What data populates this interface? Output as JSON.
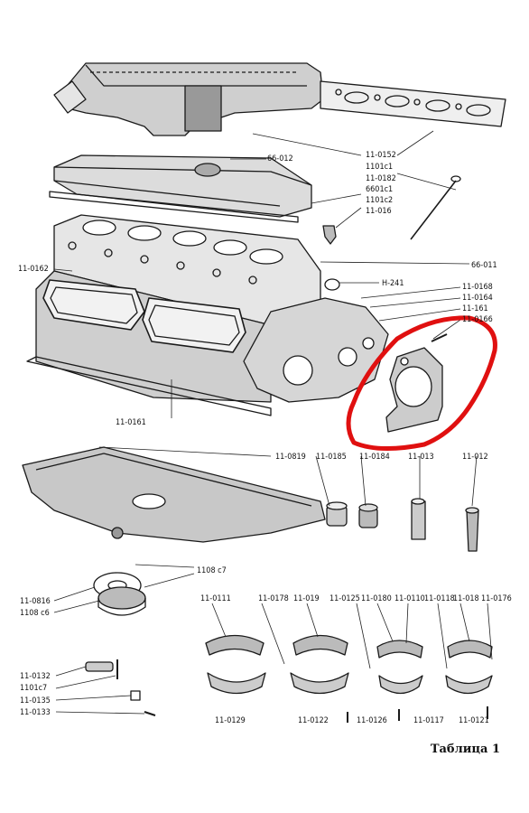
{
  "caption": "Таблица 1",
  "highlight_color": "#e01010",
  "labels": {
    "l_11_0152": "11-0152",
    "l_1101c1": "1101с1",
    "l_11_0182": "11-0182",
    "l_6601c1": "6601с1",
    "l_1101c2": "1101с2",
    "l_11_016": "11-016",
    "l_66_012": "66-012",
    "l_66_011": "66-011",
    "l_11_0162": "11-0162",
    "l_h_241": "Н-241",
    "l_11_0168": "11-0168",
    "l_11_0164": "11-0164",
    "l_11_161": "11-161",
    "l_11_0166": "11-0166",
    "l_11_0161": "11-0161",
    "l_11_0819": "11-0819",
    "l_11_0185": "11-0185",
    "l_11_0184": "11-0184",
    "l_11_013": "11-013",
    "l_11_012": "11-012",
    "l_1108c7": "1108 с7",
    "l_11_0816": "11-0816",
    "l_1108c6": "1108 с6",
    "l_11_0111": "11-0111",
    "l_11_0178": "11-0178",
    "l_11_019": "11-019",
    "l_11_0125": "11-0125",
    "l_11_0180": "11-0180",
    "l_11_0110": "11-0110",
    "l_11_0118": "11-0118",
    "l_11_018": "11-018",
    "l_11_0176": "11-0176",
    "l_11_0132": "11-0132",
    "l_1101c7": "1101с7",
    "l_11_0135": "11-0135",
    "l_11_0133": "11-0133",
    "l_11_0129": "11-0129",
    "l_11_0122": "11-0122",
    "l_11_0126": "11-0126",
    "l_11_0117": "11-0117",
    "l_11_0121": "11-0121"
  }
}
